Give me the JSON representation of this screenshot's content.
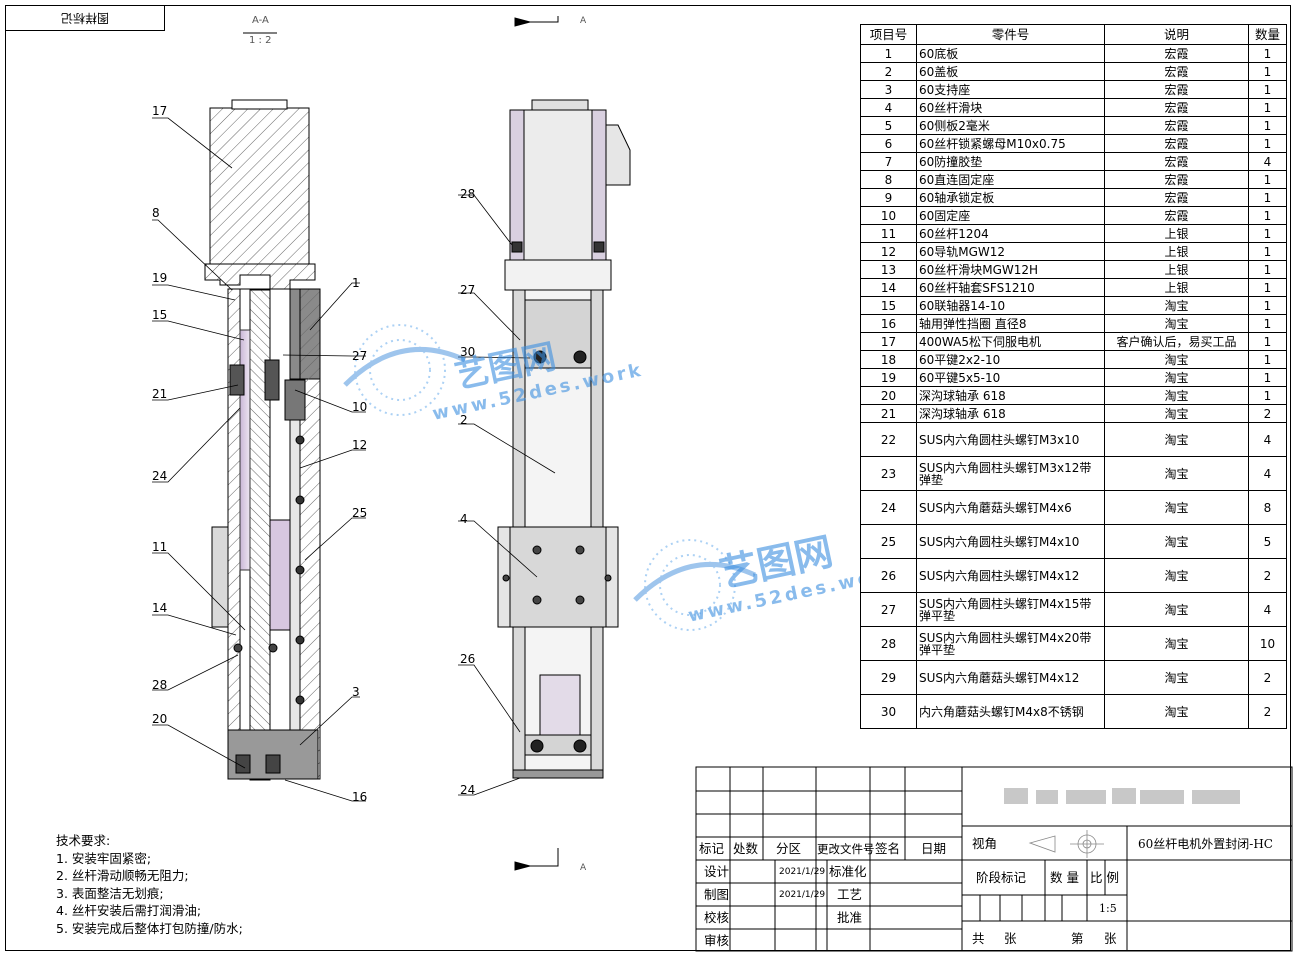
{
  "header_box": "图样标记",
  "section": {
    "name": "A-A",
    "scale": "1 : 2",
    "view_marker_top": "A",
    "view_marker_bottom": "A"
  },
  "callouts_left": [
    "17",
    "8",
    "19",
    "15",
    "21",
    "24",
    "11",
    "14",
    "28",
    "20",
    "1",
    "27",
    "10",
    "12",
    "25",
    "3",
    "16"
  ],
  "callouts_right": [
    "28",
    "27",
    "30",
    "2",
    "4",
    "26",
    "24"
  ],
  "bom": {
    "headers": [
      "项目号",
      "零件号",
      "说明",
      "数量"
    ],
    "rows": [
      [
        "1",
        "60底板",
        "宏霞",
        "1"
      ],
      [
        "2",
        "60盖板",
        "宏霞",
        "1"
      ],
      [
        "3",
        "60支持座",
        "宏霞",
        "1"
      ],
      [
        "4",
        "60丝杆滑块",
        "宏霞",
        "1"
      ],
      [
        "5",
        "60侧板2毫米",
        "宏霞",
        "1"
      ],
      [
        "6",
        "60丝杆锁紧螺母M10x0.75",
        "宏霞",
        "1"
      ],
      [
        "7",
        "60防撞胶垫",
        "宏霞",
        "4"
      ],
      [
        "8",
        "60直连固定座",
        "宏霞",
        "1"
      ],
      [
        "9",
        "60轴承锁定板",
        "宏霞",
        "1"
      ],
      [
        "10",
        "60固定座",
        "宏霞",
        "1"
      ],
      [
        "11",
        "60丝杆1204",
        "上银",
        "1"
      ],
      [
        "12",
        "60导轨MGW12",
        "上银",
        "1"
      ],
      [
        "13",
        "60丝杆滑块MGW12H",
        "上银",
        "1"
      ],
      [
        "14",
        "60丝杆轴套SFS1210",
        "上银",
        "1"
      ],
      [
        "15",
        "60联轴器14-10",
        "淘宝",
        "1"
      ],
      [
        "16",
        "轴用弹性挡圈 直径8",
        "淘宝",
        "1"
      ],
      [
        "17",
        "400WA5松下伺服电机",
        "客户确认后，易买工品",
        "1"
      ],
      [
        "18",
        "60平键2x2-10",
        "淘宝",
        "1"
      ],
      [
        "19",
        "60平键5x5-10",
        "淘宝",
        "1"
      ],
      [
        "20",
        "深沟球轴承 618",
        "淘宝",
        "1"
      ],
      [
        "21",
        "深沟球轴承 618",
        "淘宝",
        "2"
      ],
      [
        "22",
        "SUS内六角圆柱头螺钉M3x10",
        "淘宝",
        "4"
      ],
      [
        "23",
        "SUS内六角圆柱头螺钉M3x12带弹垫",
        "淘宝",
        "4"
      ],
      [
        "24",
        "SUS内六角蘑菇头螺钉M4x6",
        "淘宝",
        "8"
      ],
      [
        "25",
        "SUS内六角圆柱头螺钉M4x10",
        "淘宝",
        "5"
      ],
      [
        "26",
        "SUS内六角圆柱头螺钉M4x12",
        "淘宝",
        "2"
      ],
      [
        "27",
        "SUS内六角圆柱头螺钉M4x15带弹平垫",
        "淘宝",
        "4"
      ],
      [
        "28",
        "SUS内六角圆柱头螺钉M4x20带弹平垫",
        "淘宝",
        "10"
      ],
      [
        "29",
        "SUS内六角蘑菇头螺钉M4x12",
        "淘宝",
        "2"
      ],
      [
        "30",
        "内六角蘑菇头螺钉M4x8不锈钢",
        "淘宝",
        "2"
      ]
    ]
  },
  "tech_requirements": {
    "title": "技术要求:",
    "items": [
      "1. 安装牢固紧密;",
      "2. 丝杆滑动顺畅无阻力;",
      "3. 表面整洁无划痕;",
      "4. 丝杆安装后需打润滑油;",
      "5. 安装完成后整体打包防撞/防水;"
    ]
  },
  "title_block": {
    "row_labels": [
      "标记",
      "处数",
      "分区",
      "更改文件号",
      "签名",
      "日期"
    ],
    "design": "设计",
    "draw": "制图",
    "check": "校核",
    "review": "审核",
    "date1": "2021/1/29",
    "date2": "2021/1/29",
    "standard": "标准化",
    "process": "工艺",
    "approve": "批准",
    "view_angle": "视角",
    "drawing_name": "60丝杆电机外置封闭-HC",
    "stage": "阶段标记",
    "qty": "数 量",
    "ratio": "比 例",
    "scale": "1:5",
    "total": "共",
    "sheets": "张",
    "sheet_no": "第",
    "sheets2": "张"
  },
  "watermark": {
    "brand": "艺图网",
    "url": "www.52des.work"
  },
  "colors": {
    "line": "#000000",
    "hatch": "#555555",
    "body_fill": "#e8e8e8",
    "watermark": "#3c8fe0",
    "rail": "#d7c7e0"
  }
}
